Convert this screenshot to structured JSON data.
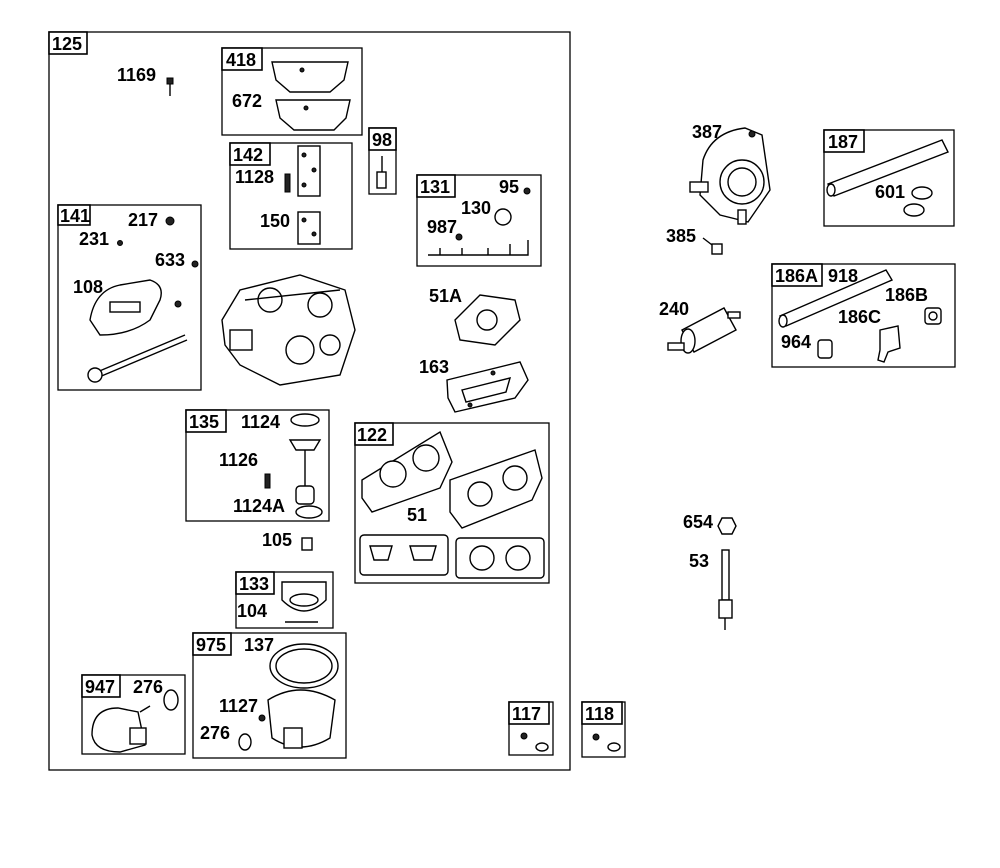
{
  "groups": {
    "g125": "125",
    "g418": "418",
    "g142": "142",
    "g98": "98",
    "g131": "131",
    "g141": "141",
    "g135": "135",
    "g122": "122",
    "g133": "133",
    "g975": "975",
    "g947": "947",
    "g117": "117",
    "g118": "118",
    "g187": "187",
    "g186a": "186A"
  },
  "parts": {
    "p1169": "1169",
    "p672": "672",
    "p1128": "1128",
    "p150": "150",
    "p95": "95",
    "p130": "130",
    "p987": "987",
    "p217": "217",
    "p231": "231",
    "p633": "633",
    "p108": "108",
    "p51a": "51A",
    "p163": "163",
    "p1124": "1124",
    "p1126": "1126",
    "p1124a": "1124A",
    "p51": "51",
    "p105": "105",
    "p104": "104",
    "p137": "137",
    "p1127": "1127",
    "p276b": "276",
    "p276a": "276",
    "p387": "387",
    "p385": "385",
    "p601": "601",
    "p918": "918",
    "p186b": "186B",
    "p186c": "186C",
    "p964": "964",
    "p240": "240",
    "p654": "654",
    "p53": "53"
  }
}
